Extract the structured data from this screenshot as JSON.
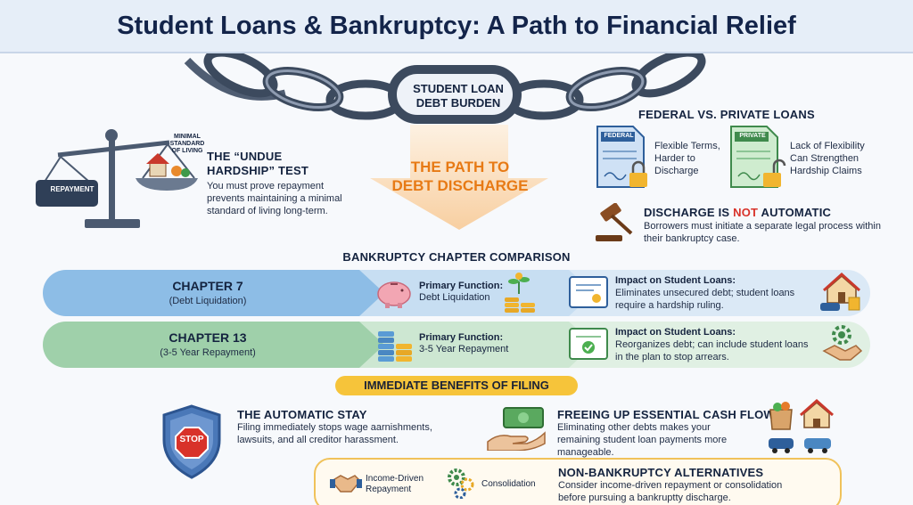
{
  "title": "Student Loans & Bankruptcy: A Path to Financial Relief",
  "chain_label": "STUDENT LOAN\nDEBT BURDEN",
  "path_label": "THE PATH TO\nDEBT DISCHARGE",
  "hardship": {
    "scale_left_label": "REPAYMENT",
    "scale_right_label": "MINIMAL\nSTANDARD\nOF LIVING",
    "heading": "THE “UNDUE\nHARDSHIP” TEST",
    "text": "You must prove repayment prevents maintaining a minimal standard of living long-term."
  },
  "fed_vs_private": {
    "heading": "FEDERAL VS. PRIVATE LOANS",
    "federal_doc_label": "FEDERAL",
    "federal_text": "Flexible Terms,\nHarder to\nDischarge",
    "private_doc_label": "PRIVATE",
    "private_text": "Lack of Flexibility\nCan Strengthen\nHardship Claims"
  },
  "discharge": {
    "heading_pre": "DISCHARGE IS ",
    "heading_not": "NOT",
    "heading_post": " AUTOMATIC",
    "text": "Borrowers must initiate a separate legal process within their bankruptcy case."
  },
  "comparison_title": "BANKRUPTCY CHAPTER COMPARISON",
  "chapters": [
    {
      "name": "CHAPTER 7",
      "sub": "(Debt Liquidation)",
      "function_label": "Primary Function:",
      "function_value": "Debt Liquidation",
      "impact_label": "Impact on Student Loans:",
      "impact_text": "Eliminates unsecured debt; student loans require a hardship ruling."
    },
    {
      "name": "CHAPTER 13",
      "sub": "(3-5 Year Repayment)",
      "function_label": "Primary Function:",
      "function_value": "3-5 Year Repayment",
      "impact_label": "Impact on Student Loans:",
      "impact_text": "Reorganizes debt; can include student loans in the plan to stop arrears."
    }
  ],
  "benefits_banner": "IMMEDIATE BENEFITS OF FILING",
  "auto_stay": {
    "sign_text": "STOP",
    "heading": "THE AUTOMATIC STAY",
    "text": "Filing immediately stops wage aarnishments, lawsuits, and all creditor harassment."
  },
  "cash_flow": {
    "heading": "FREEING UP ESSENTIAL CASH FLOW",
    "text": "Eliminating other debts makes your remaining student loan payments more manageable."
  },
  "alternatives": {
    "item1": "Income-Driven\nRepayment",
    "item2": "Consolidation",
    "heading": "NON-BANKRUPTCY ALTERNATIVES",
    "text": "Consider income-driven repayment or consolidation before pursuing a bankruptty discharge."
  },
  "colors": {
    "navy": "#13244a",
    "orange": "#e77a15",
    "red": "#d8322a",
    "gold": "#f6c43a",
    "blue_row": "#8dbde6",
    "green_row": "#9fd0aa"
  }
}
